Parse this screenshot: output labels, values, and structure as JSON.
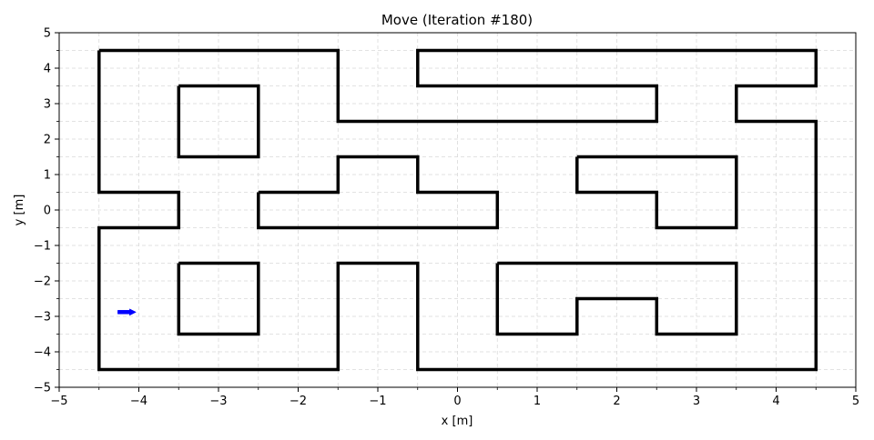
{
  "chart_data": {
    "type": "line",
    "title": "Move (Iteration #180)",
    "xlabel": "x [m]",
    "ylabel": "y [m]",
    "xlim": [
      -5,
      5
    ],
    "ylim": [
      -5,
      5
    ],
    "xticks": [
      -5,
      -4,
      -3,
      -2,
      -1,
      0,
      1,
      2,
      3,
      4,
      5
    ],
    "yticks": [
      -5,
      -4,
      -3,
      -2,
      -1,
      0,
      1,
      2,
      3,
      4,
      5
    ],
    "minor_step": 0.5,
    "grid": true,
    "wall_color": "#000000",
    "marker_color": "#0000ff",
    "walls": [
      {
        "name": "outer-boundary",
        "points": [
          [
            -4.5,
            4.5
          ],
          [
            -1.5,
            4.5
          ],
          [
            -1.5,
            2.5
          ],
          [
            2.5,
            2.5
          ],
          [
            2.5,
            3.5
          ],
          [
            -0.5,
            3.5
          ],
          [
            -0.5,
            4.5
          ],
          [
            4.5,
            4.5
          ],
          [
            4.5,
            3.5
          ],
          [
            3.5,
            3.5
          ],
          [
            3.5,
            2.5
          ],
          [
            4.5,
            2.5
          ],
          [
            4.5,
            -4.5
          ],
          [
            -0.5,
            -4.5
          ],
          [
            -0.5,
            -1.5
          ],
          [
            -1.5,
            -1.5
          ],
          [
            -1.5,
            -4.5
          ],
          [
            -4.5,
            -4.5
          ],
          [
            -4.5,
            -0.5
          ],
          [
            -3.5,
            -0.5
          ],
          [
            -3.5,
            0.5
          ],
          [
            -4.5,
            0.5
          ],
          [
            -4.5,
            4.5
          ]
        ]
      },
      {
        "name": "block-top-left",
        "points": [
          [
            -3.5,
            3.5
          ],
          [
            -2.5,
            3.5
          ],
          [
            -2.5,
            1.5
          ],
          [
            -3.5,
            1.5
          ],
          [
            -3.5,
            3.5
          ]
        ]
      },
      {
        "name": "block-center",
        "points": [
          [
            -2.5,
            0.5
          ],
          [
            -1.5,
            0.5
          ],
          [
            -1.5,
            1.5
          ],
          [
            -0.5,
            1.5
          ],
          [
            -0.5,
            0.5
          ],
          [
            0.5,
            0.5
          ],
          [
            0.5,
            -0.5
          ],
          [
            -2.5,
            -0.5
          ],
          [
            -2.5,
            0.5
          ]
        ]
      },
      {
        "name": "block-right",
        "points": [
          [
            1.5,
            1.5
          ],
          [
            3.5,
            1.5
          ],
          [
            3.5,
            -0.5
          ],
          [
            2.5,
            -0.5
          ],
          [
            2.5,
            0.5
          ],
          [
            1.5,
            0.5
          ],
          [
            1.5,
            1.5
          ]
        ]
      },
      {
        "name": "block-bottom-left",
        "points": [
          [
            -3.5,
            -1.5
          ],
          [
            -2.5,
            -1.5
          ],
          [
            -2.5,
            -3.5
          ],
          [
            -3.5,
            -3.5
          ],
          [
            -3.5,
            -1.5
          ]
        ]
      },
      {
        "name": "block-bottom-right",
        "points": [
          [
            0.5,
            -1.5
          ],
          [
            3.5,
            -1.5
          ],
          [
            3.5,
            -3.5
          ],
          [
            2.5,
            -3.5
          ],
          [
            2.5,
            -2.5
          ],
          [
            1.5,
            -2.5
          ],
          [
            1.5,
            -3.5
          ],
          [
            0.5,
            -3.5
          ],
          [
            0.5,
            -1.5
          ]
        ]
      }
    ],
    "robot": {
      "x": -4.15,
      "y": -2.88,
      "heading_deg": 0
    }
  }
}
